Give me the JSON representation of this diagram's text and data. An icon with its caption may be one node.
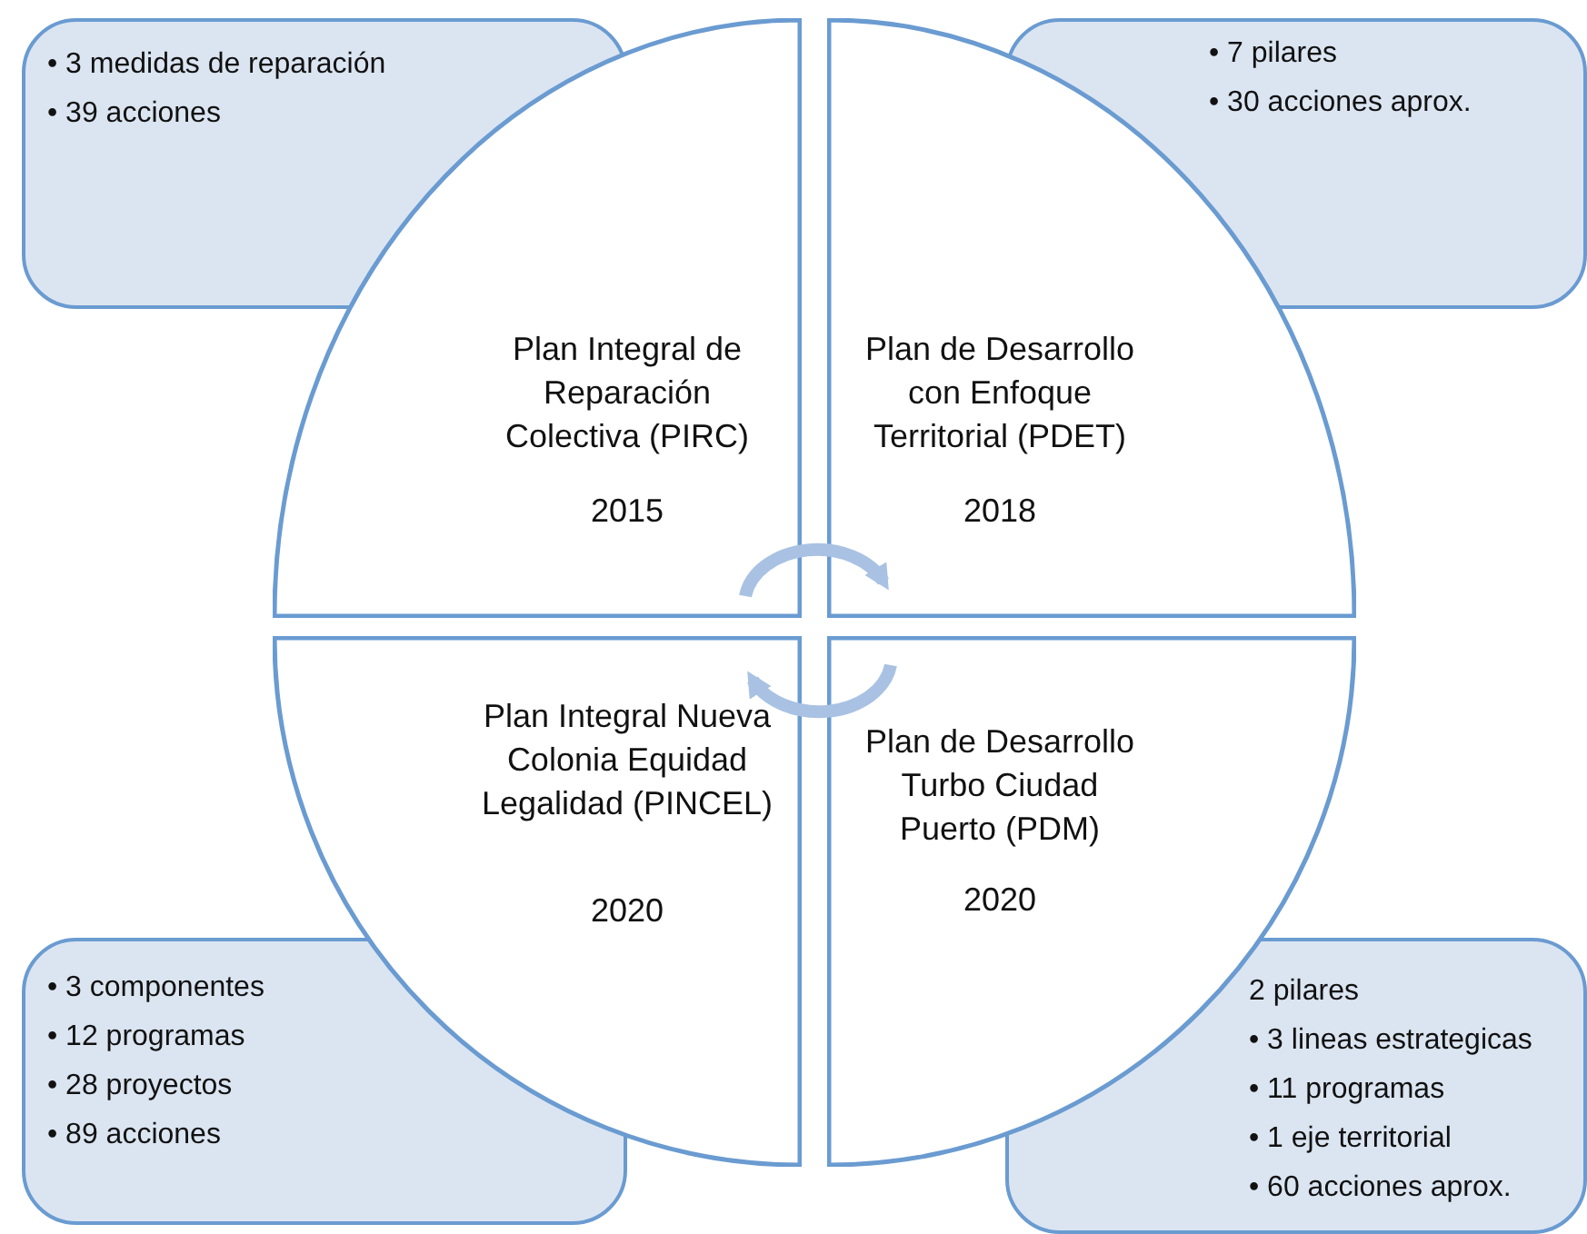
{
  "diagram": {
    "nodes": [
      {
        "text": [
          "• 3 medidas de reparación",
          "• 39 acciones"
        ]
      },
      {
        "text": [
          "Plan Integral de Reparación Colectiva (PIRC)",
          "2015"
        ]
      },
      {
        "text": [
          "Plan de Desarrollo con Enfoque Territorial (PDET)",
          "2018"
        ]
      },
      {
        "text": [
          "• 7 pilares",
          "• 30 acciones aprox."
        ]
      },
      {
        "text": [
          "Plan Integral Nueva Colonia Equidad Legalidad (PINCEL)",
          "2020"
        ]
      },
      {
        "text": [
          "Plan de Desarrollo Turbo Ciudad Puerto (PDM)",
          "2020"
        ]
      },
      {
        "text": [
          "• 3 componentes",
          "• 12 programas",
          "• 28 proyectos",
          "• 89 acciones"
        ]
      },
      {
        "text": [
          "2 pilares",
          "• 3 lineas estrategicas",
          "• 11 programas",
          "• 1 eje territorial",
          "• 60 acciones aprox."
        ]
      }
    ],
    "edges": [
      {
        "from": 1,
        "to": 2,
        "arrow": "to"
      },
      {
        "from": 5,
        "to": 4,
        "arrow": "to"
      }
    ]
  }
}
